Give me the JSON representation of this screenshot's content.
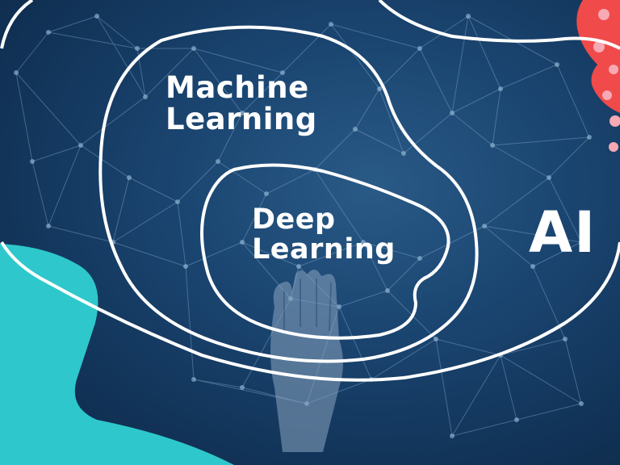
{
  "labels": {
    "machine_learning": "Machine\nLearning",
    "deep_learning": "Deep\nLearning",
    "ai": "AI"
  },
  "colors": {
    "background": "#1b4672",
    "outline": "#ffffff",
    "teal_blob": "#2ec8cc",
    "red_blob": "#f04a4a",
    "pink_dots": "#f7a9b4",
    "network_lines": "#7fa8cc"
  },
  "icons": {
    "robot_hand": "robot-hand-icon",
    "network": "neural-network-icon"
  }
}
